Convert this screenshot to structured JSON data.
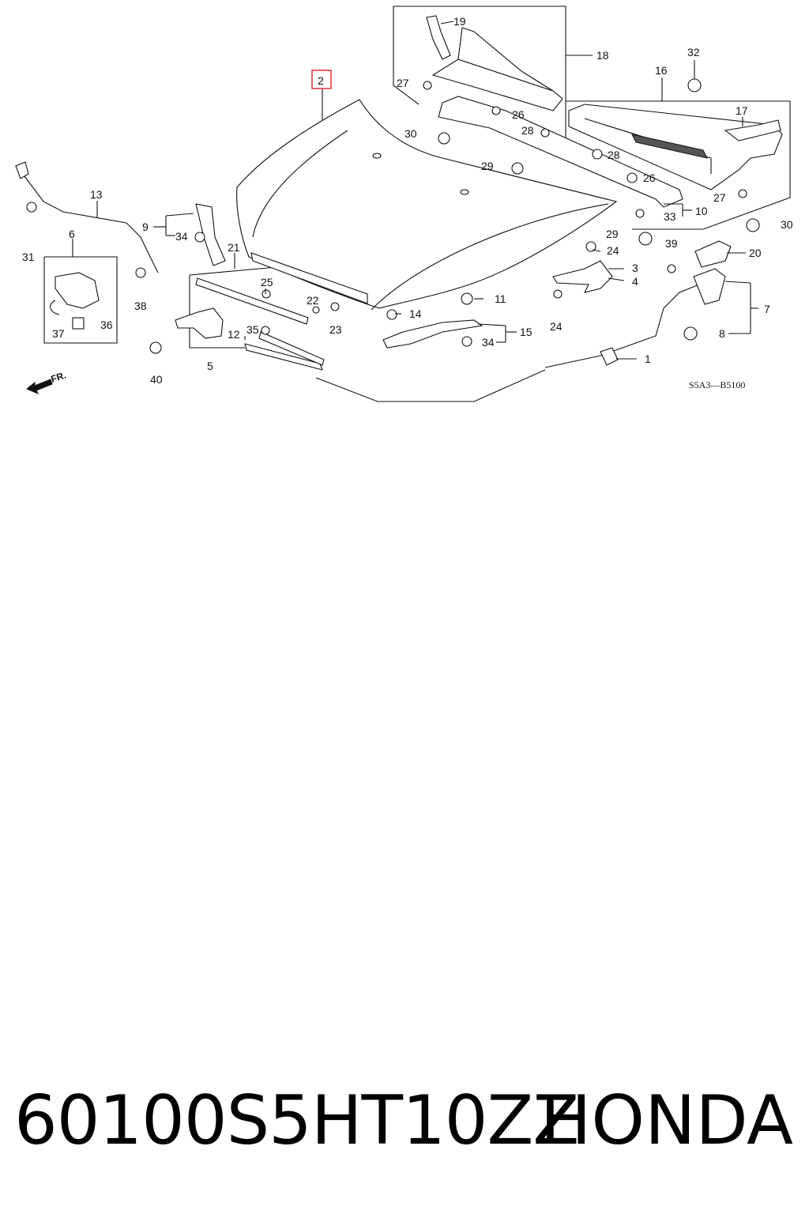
{
  "diagram": {
    "callouts": {
      "c1": "1",
      "c2": "2",
      "c3": "3",
      "c4": "4",
      "c5": "5",
      "c6": "6",
      "c7": "7",
      "c8": "8",
      "c9": "9",
      "c10": "10",
      "c11": "11",
      "c12": "12",
      "c13": "13",
      "c14": "14",
      "c15": "15",
      "c16": "16",
      "c17": "17",
      "c18": "18",
      "c19": "19",
      "c20": "20",
      "c21": "21",
      "c22": "22",
      "c23": "23",
      "c24a": "24",
      "c24b": "24",
      "c25": "25",
      "c26a": "26",
      "c26b": "26",
      "c27a": "27",
      "c27b": "27",
      "c28a": "28",
      "c28b": "28",
      "c29a": "29",
      "c29b": "29",
      "c30a": "30",
      "c30b": "30",
      "c31": "31",
      "c32": "32",
      "c33": "33",
      "c34a": "34",
      "c34b": "34",
      "c35": "35",
      "c36": "36",
      "c37": "37",
      "c38": "38",
      "c39": "39",
      "c40": "40"
    },
    "front_marker": "FR.",
    "diagram_code": "S5A3—B5100",
    "highlight_color": "#e0303a"
  },
  "footer": {
    "part_number": "60100S5HT10ZZ",
    "brand": "HONDA"
  }
}
